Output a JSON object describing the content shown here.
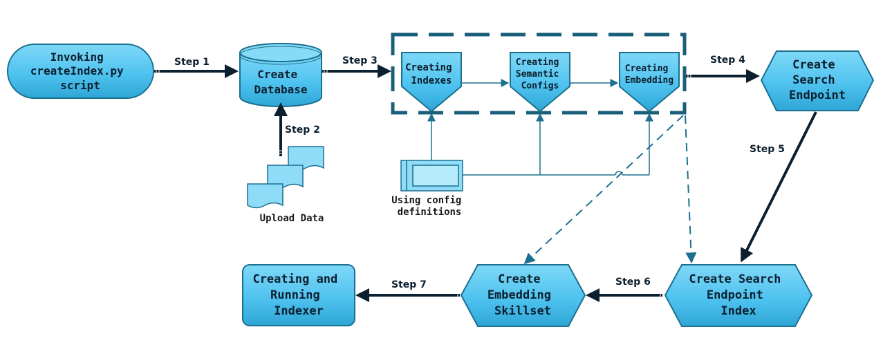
{
  "nodes": {
    "invoke": [
      "Invoking",
      "createIndex.py",
      "script"
    ],
    "database": [
      "Create",
      "Database"
    ],
    "indexes": [
      "Creating",
      "Indexes"
    ],
    "semantic": [
      "Creating",
      "Semantic",
      "Configs"
    ],
    "embedding": [
      "Creating",
      "Embedding"
    ],
    "search_endpoint": [
      "Create",
      "Search",
      "Endpoint"
    ],
    "search_endpoint_index": [
      "Create Search",
      "Endpoint",
      "Index"
    ],
    "skillset": [
      "Create",
      "Embedding",
      "Skillset"
    ],
    "indexer": [
      "Creating and",
      "Running",
      "Indexer"
    ]
  },
  "captions": {
    "upload": "Upload Data",
    "config": [
      "Using config",
      "definitions"
    ]
  },
  "steps": {
    "s1": "Step 1",
    "s2": "Step 2",
    "s3": "Step 3",
    "s4": "Step 4",
    "s5": "Step 5",
    "s6": "Step 6",
    "s7": "Step 7"
  },
  "colors": {
    "node_fill": "#4fc3f0",
    "node_stroke": "#1b6f8f",
    "dashed_box": "#1a5f7a",
    "arrow_dark": "#0c1f2e",
    "connector": "#1b6f8f"
  }
}
